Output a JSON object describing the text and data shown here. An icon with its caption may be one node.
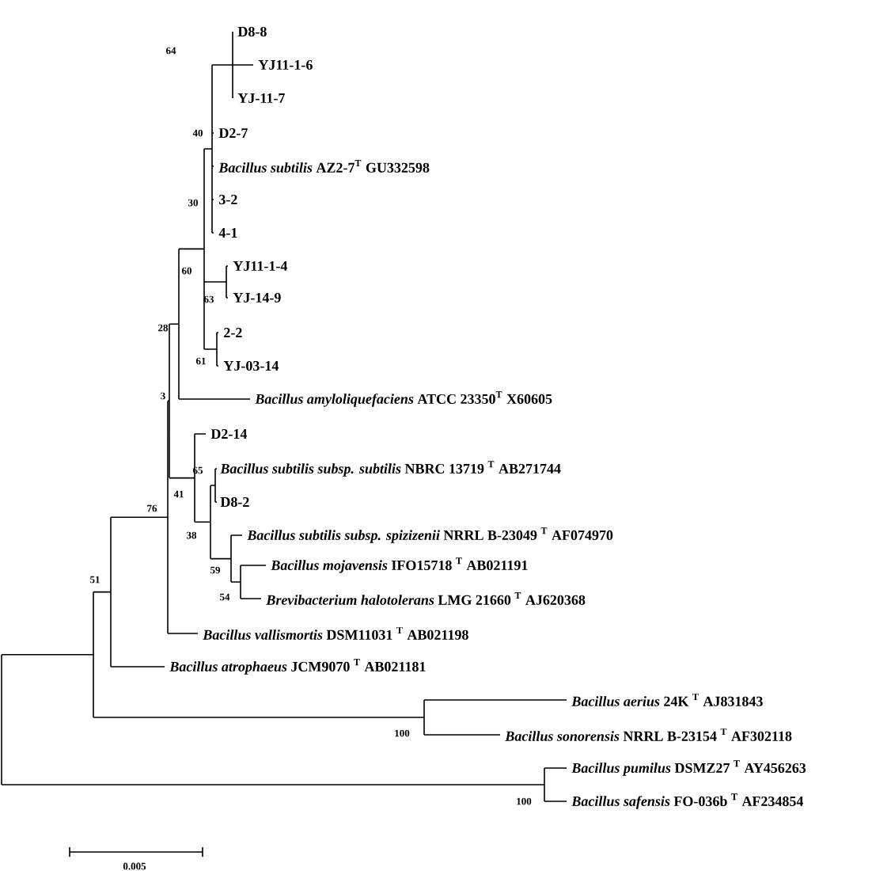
{
  "diagram": {
    "nodes": [
      {
        "text": [
          "D8-8"
        ]
      },
      {
        "text": [
          "YJ11-1-6"
        ]
      },
      {
        "text": [
          "YJ-11-7"
        ]
      },
      {
        "text": [
          "D2-7"
        ]
      },
      {
        "text": [
          "*Bacillus subtilis* AZ2-7$^{T}$ GU332598"
        ]
      },
      {
        "text": [
          "3-2"
        ]
      },
      {
        "text": [
          "4-1"
        ]
      },
      {
        "text": [
          "YJ11-1-4"
        ]
      },
      {
        "text": [
          "YJ-14-9"
        ]
      },
      {
        "text": [
          "2-2"
        ]
      },
      {
        "text": [
          "YJ-03-14"
        ]
      },
      {
        "text": [
          "*Bacillus amyloliquefaciens* ATCC 23350$^{T}$ X60605"
        ]
      },
      {
        "text": [
          "D2-14"
        ]
      },
      {
        "text": [
          "*Bacillus subtilis subsp. subtilis* NBRC 13719 $^{T}$ AB271744"
        ]
      },
      {
        "text": [
          "D8-2"
        ]
      },
      {
        "text": [
          "*Bacillus subtilis subsp. spizizenii* NRRL B-23049 $^{T}$ AF074970"
        ]
      },
      {
        "text": [
          "*Bacillus mojavensis* IFO15718 $^{T}$ AB021191"
        ]
      },
      {
        "text": [
          "*Brevibacterium halotolerans* LMG 21660 $^{T}$ AJ620368"
        ]
      },
      {
        "text": [
          "*Bacillus vallismortis* DSM11031 $^{T}$ AB021198"
        ]
      },
      {
        "text": [
          "*Bacillus atrophaeus* JCM9070 $^{T}$ AB021181"
        ]
      },
      {
        "text": [
          "*Bacillus aerius* 24K $^{T}$ AJ831843"
        ]
      },
      {
        "text": [
          "*Bacillus sonorensis* NRRL B-23154 $^{T}$ AF302118"
        ]
      },
      {
        "text": [
          "*Bacillus pumilus* DSMZ27 $^{T}$ AY456263"
        ]
      },
      {
        "text": [
          "*Bacillus safensis* FO-036b $^{T}$ AF234854"
        ]
      }
    ],
    "labels": [
      "64",
      "40",
      "30",
      "60",
      "63",
      "28",
      "61",
      "3",
      "65",
      "41",
      "76",
      "38",
      "59",
      "54",
      "51",
      "100",
      "100",
      "0.005"
    ]
  }
}
